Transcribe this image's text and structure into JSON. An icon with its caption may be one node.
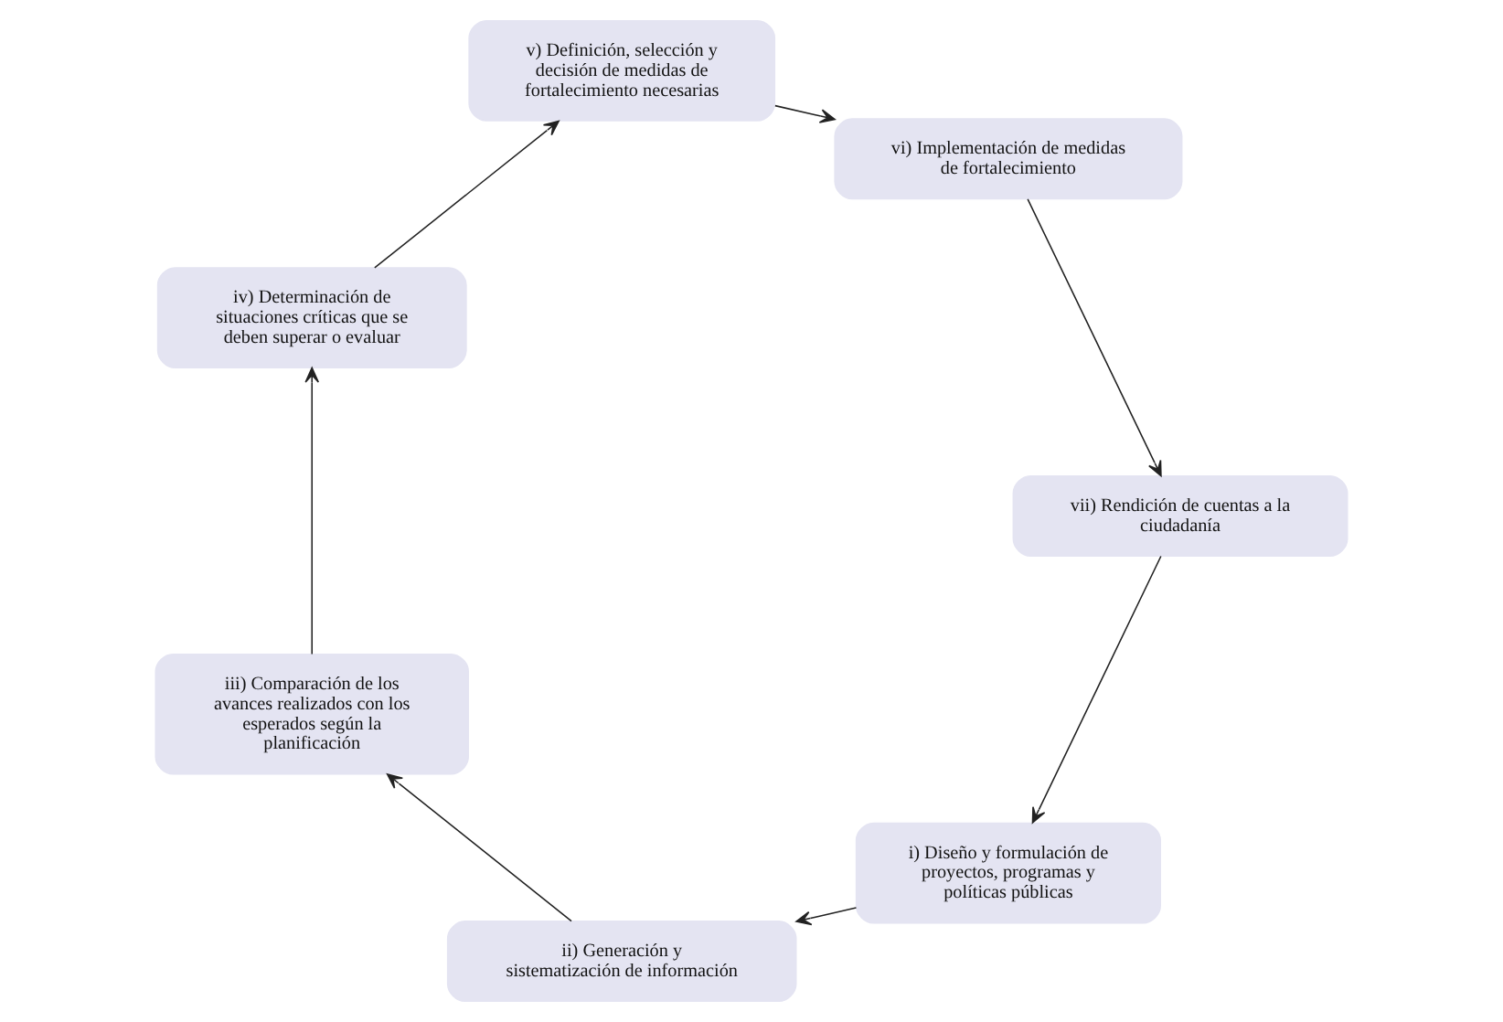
{
  "diagram": {
    "nodes": [
      {
        "text": [
          "i) Diseño y formulación de proyectos, programas y políticas públicas"
        ]
      },
      {
        "text": [
          "ii) Generación y sistematización de información"
        ]
      },
      {
        "text": [
          "iii) Comparación de los avances realizados con los esperados según la planificación"
        ]
      },
      {
        "text": [
          "iv) Determinación de situaciones críticas que se deben superar o evaluar"
        ]
      },
      {
        "text": [
          "v) Definición, selección y decisión de medidas de fortalecimiento necesarias"
        ]
      },
      {
        "text": [
          "vi) Implementación de medidas de fortalecimiento"
        ]
      },
      {
        "text": [
          "vii) Rendición de cuentas a la ciudadanía"
        ]
      }
    ],
    "edges": [
      {
        "from": 0,
        "to": 1,
        "arrow": "to"
      },
      {
        "from": 1,
        "to": 2,
        "arrow": "to"
      },
      {
        "from": 2,
        "to": 3,
        "arrow": "to"
      },
      {
        "from": 3,
        "to": 4,
        "arrow": "to"
      },
      {
        "from": 4,
        "to": 5,
        "arrow": "to"
      },
      {
        "from": 5,
        "to": 6,
        "arrow": "to"
      },
      {
        "from": 6,
        "to": 0,
        "arrow": "to"
      }
    ]
  }
}
